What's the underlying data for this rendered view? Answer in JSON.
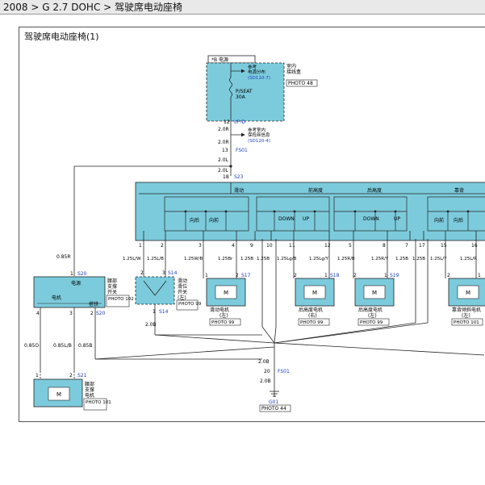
{
  "breadcrumb": "2008 > G 2.7 DOHC > 驾驶席电动座椅",
  "title": "驾驶席电动座椅(1)",
  "colors": {
    "module_fill": "#7ccbdc",
    "wire": "#222222",
    "link": "#1a3fbf",
    "frame": "#555555"
  },
  "fuse": {
    "power": "*B 电源",
    "box_l1": "室内",
    "box_l2": "接线盒",
    "ref_l1": "参考",
    "ref_l2": "电源分布",
    "ref_code": "(SD110-7)",
    "photo": "PHOTO 48",
    "name": "P/SEAT",
    "amp": "30A"
  },
  "main": {
    "pin12": "12",
    "conn_ipd": "I/P-D",
    "w1": "2.0R",
    "w2": "2.0R",
    "ref_l1": "参考室内",
    "ref_l2": "保险丝信息",
    "ref_code": "(SD120-4)",
    "pin13": "13",
    "conn_fs01": "FS01",
    "w3": "2.0L",
    "w4": "2.0L",
    "pin18": "18",
    "conn_s23": "S23"
  },
  "switch_labels": {
    "slide": "滑动",
    "front_h": "前高度",
    "rear_h": "后高度",
    "recline": "靠背",
    "back1": "向后",
    "fwd1": "向前",
    "down1": "DOWN",
    "up1": "UP",
    "down2": "DOWN",
    "up2": "UP",
    "fwd2": "向前",
    "back2": "向后"
  },
  "pins": [
    "1",
    "2",
    "3",
    "4",
    "9",
    "10",
    "11",
    "12",
    "5",
    "8",
    "7",
    "17",
    "15",
    "16"
  ],
  "wires": [
    "1.25L/W",
    "1.25L/B",
    "1.25W/B",
    "1.25Br",
    "1.25B",
    "1.25B",
    "1.25Lg/B",
    "1.25Lg/Y",
    "1.25R/B",
    "1.25R/Y",
    "1.25B",
    "1.25B",
    "1.25L/Y",
    "1.25L/R"
  ],
  "wire_085r": "0.85R",
  "lumbar": {
    "pin1": "1",
    "conn": "S20",
    "power": "电源",
    "motor": "电机",
    "ground": "搭铁",
    "label_l1": "腰部",
    "label_l2": "支撑",
    "label_l3": "开关",
    "photo": "PHOTO 102",
    "p4": "4",
    "p3": "3",
    "p2": "2",
    "conn2": "S20",
    "w1": "0.85O",
    "w2": "0.85L/B",
    "w3": "0.85B"
  },
  "lumbar_motor": {
    "p1": "1",
    "p2": "2",
    "conn": "S21",
    "label_l1": "腰部",
    "label_l2": "支撑",
    "label_l3": "电机",
    "photo": "PHOTO 101"
  },
  "slide_switch": {
    "p2": "2",
    "p3": "3",
    "conn": "S14",
    "label_l1": "滑动",
    "label_l2": "滑位",
    "label_l3": "开关",
    "label_l4": "(左)",
    "photo": "PHOTO 99",
    "p1": "1",
    "conn2": "S14",
    "w": "2.0B"
  },
  "motors": [
    {
      "p1": "1",
      "p2": "2",
      "conn": "S17",
      "m": "M",
      "l1": "滑动电机",
      "l2": "(左)",
      "photo": "PHOTO 99"
    },
    {
      "p1": "2",
      "p2": "1",
      "conn": "S18",
      "m": "M",
      "l1": "后高度电机",
      "l2": "(右)",
      "photo": "PHOTO 99"
    },
    {
      "p1": "2",
      "p2": "1",
      "conn": "S19",
      "m": "M",
      "l1": "后高度电机",
      "l2": "(左)",
      "photo": "PHOTO 99"
    },
    {
      "p1": "2",
      "p2": "1",
      "conn": "",
      "m": "M",
      "l1": "靠背倾斜电机",
      "l2": "(左)",
      "photo": "PHOTO 101"
    }
  ],
  "ground": {
    "w1": "2.0B",
    "pin20": "20",
    "conn": "FS01",
    "w2": "2.0B",
    "g": "G01",
    "photo": "PHOTO 44"
  }
}
